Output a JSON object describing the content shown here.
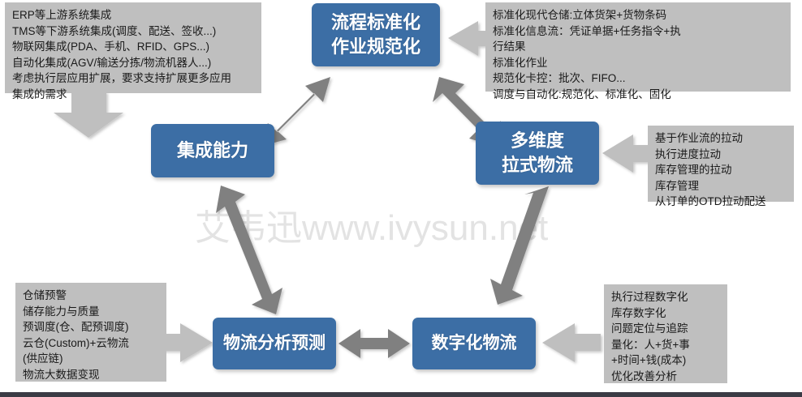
{
  "watermark": {
    "text": "艾韦迅www.ivysun.net"
  },
  "boxes": {
    "top": {
      "line1": "流程标准化",
      "line2": "作业规范化"
    },
    "left": {
      "line1": "集成能力"
    },
    "right": {
      "line1": "多维度",
      "line2": "拉式物流"
    },
    "bottom_left": {
      "line1": "物流分析预测"
    },
    "bottom_right": {
      "line1": "数字化物流"
    }
  },
  "notes": {
    "top_left": "ERP等上游系统集成\nTMS等下游系统集成(调度、配送、签收...)\n物联网集成(PDA、手机、RFID、GPS...)\n自动化集成(AGV/输送分拣/物流机器人...)\n考虑执行层应用扩展，要求支持扩展更多应用\n集成的需求",
    "top_right": "标准化现代仓储:立体货架+货物条码\n标准化信息流：凭证单据+任务指令+执\n行结果\n标准化作业\n规范化卡控：批次、FIFO...\n调度与自动化:规范化、标准化、固化",
    "middle_right": "基于作业流的拉动\n执行进度拉动\n库存管理的拉动\n库存管理\n从订单的OTD拉动配送",
    "bottom_left": "仓储预警\n储存能力与质量\n预调度(仓、配预调度)\n云仓(Custom)+云物流\n(供应链)\n物流大数据变现",
    "bottom_right": "执行过程数字化\n库存数字化\n问题定位与追踪\n量化：人+货+事\n+时间+钱(成本)\n优化改善分析"
  },
  "colors": {
    "box_blue": "#3c6ea5",
    "note_gray": "#bfbfbf",
    "arrow_dark": "#808080",
    "arrow_light": "#bfbfbf",
    "watermark_gray": "#e3e3e3",
    "bottom_bar": "#3b3b45"
  }
}
